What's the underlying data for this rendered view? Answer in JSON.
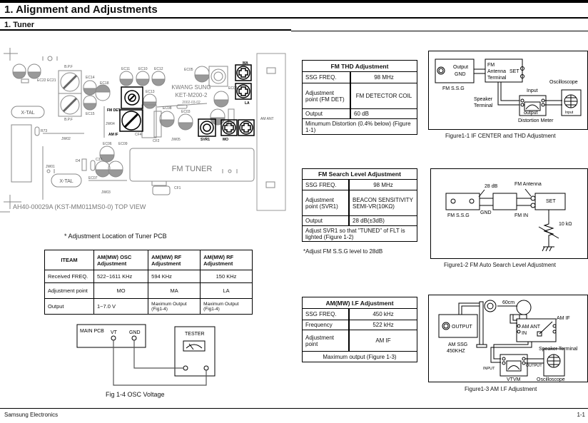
{
  "header": {
    "title": "1. Alignment and Adjustments",
    "section": "1. Tuner"
  },
  "pcb": {
    "labels": {
      "bpf_top": "B.P.F",
      "bpf_bottom": "B.P.F",
      "ec14": "EC14",
      "ec15": "EC15",
      "ec18": "EC18",
      "ec11": "EC11",
      "ec10": "EC10",
      "ec12": "EC12",
      "ec13": "EC13",
      "ec05": "EC05",
      "ec04": "EC04",
      "ec02": "EC02",
      "ec08": "EC08",
      "ec03": "EC03",
      "ec06": "EC06",
      "ec07": "EC07",
      "ec09": "EC09",
      "ec21": "EC21",
      "ec22": "EC22",
      "xtal1": "X-TAL",
      "xtal2": "X-TAL",
      "fm_det": "FM DET",
      "am_if": "AM IF",
      "manufacturer": "KWANG SUNG",
      "model": "KET-M200-2",
      "date": "2002-03-02",
      "fm_tuner": "FM TUNER",
      "ma": "MA",
      "la": "LA",
      "mo": "MO",
      "svr1": "SVR1",
      "am_ant": "AM ANT",
      "cf1": "CF1",
      "cf2": "CF2",
      "cf4": "CF4",
      "jw02": "JW02",
      "jw03": "JW03",
      "jw04": "JW04",
      "jw05": "JW05",
      "jw01": "JW01",
      "r73": "R73",
      "d4": "D4",
      "d5": "D5",
      "c33": "C33",
      "part_no": "AH40-00029A (KST-MM011MS0-0) TOP VIEW"
    },
    "caption": "* Adjustment Location of Tuner PCB"
  },
  "am_table": {
    "headers": [
      "ITEAM",
      "AM(MW) OSC Adjustment",
      "AM(MW) RF Adjustment",
      "AM(MW) RF Adjustment"
    ],
    "rows": [
      [
        "Received FREQ.",
        "522~1611 KHz",
        "594 KHz",
        "150 KHz"
      ],
      [
        "Adjustment point",
        "MO",
        "MA",
        "LA"
      ],
      [
        "Output",
        "1~7.0 V",
        "Maximum Output (Fig1-4)",
        "Maximum Output (Fig1-4)"
      ]
    ]
  },
  "fig14": {
    "main_pcb": "MAIN PCB",
    "vt": "VT",
    "gnd": "GND",
    "tester": "TESTER",
    "caption": "Fig 1-4 OSC Voltage"
  },
  "fm_thd": {
    "title": "FM THD Adjustment",
    "rows": [
      [
        "SSG FREQ.",
        "98 MHz"
      ],
      [
        "Adjustment point (FM DET)",
        "FM DETECTOR COIL"
      ],
      [
        "Output",
        "60 dB"
      ]
    ],
    "note": "Minumum Distortion (0.4% below) (Figure 1-1)"
  },
  "fm_search": {
    "title": "FM Search Level Adjustment",
    "rows": [
      [
        "SSG FREQ.",
        "98 MHz"
      ],
      [
        "Adjustment point (SVR1)",
        "BEACON SENSITIVITY SEMI-VR(10KΩ)"
      ],
      [
        "Output",
        "28 dB(±3dB)"
      ]
    ],
    "note": "Adjust SVR1 so that \"TUNED\" of  FLT is lighted (Figure 1-2)",
    "footnote": "*Adjust FM S.S.G level to 28dB"
  },
  "am_if": {
    "title": "AM(MW) I.F Adjustment",
    "rows": [
      [
        "SSG FREQ.",
        "450 kHz"
      ],
      [
        "Frequency",
        "522 kHz"
      ],
      [
        "Adjustment point",
        "AM IF"
      ]
    ],
    "note": "Maximum output (Figure 1-3)"
  },
  "fig11": {
    "output": "Output",
    "gnd": "GND",
    "fm_ssg": "FM S.S.G",
    "fm": "FM",
    "antenna": "Antenna",
    "terminal": "Terminal",
    "set": "SET",
    "speaker": "Speaker",
    "speaker_terminal": "Terminal",
    "input": "Input",
    "output2": "output",
    "distortion_meter": "Distortion Meter",
    "oscilloscope": "Oscilloscope",
    "scope_input": "Input",
    "caption": "Figure1-1  IF CENTER and THD Adjustment"
  },
  "fig12": {
    "db": "28 dB",
    "fm_antenna": "FM Antenna",
    "set": "SET",
    "fm_ssg": "FM S.S.G",
    "gnd": "GND",
    "fm_in": "FM  IN",
    "resistor": "10 kΩ",
    "caption": "Figure1-2  FM Auto Search Level Adjustment"
  },
  "fig13": {
    "distance": "60cm",
    "output": "OUTPUT",
    "am_ssg": "AM SSG",
    "freq": "450KHZ",
    "am_ant": "AM ANT",
    "in": "IN",
    "am_if": "AM IF",
    "speaker_terminal": "Speaker Terminal",
    "input": "INPUT",
    "output2": "OUTPUT",
    "vtvm": "VTVM",
    "oscilloscope": "Oscilloscope",
    "caption": "Figure1-3  AM I.F Adjustment"
  },
  "footer": {
    "company": "Samsung Electronics",
    "page": "1-1"
  }
}
